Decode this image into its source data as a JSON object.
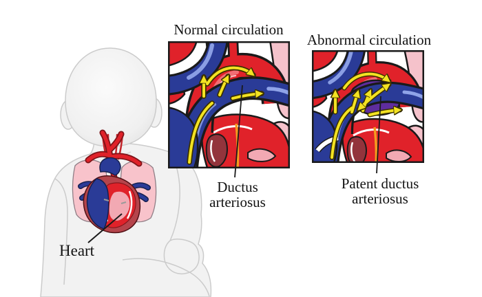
{
  "panels": {
    "normal": {
      "title": "Normal circulation",
      "callout": "Ductus arteriosus"
    },
    "abnormal": {
      "title": "Abnormal circulation",
      "callout": "Patent ductus arteriosus"
    }
  },
  "baby": {
    "label": "Heart"
  },
  "colors": {
    "red": "#e0222a",
    "red-dark": "#7e1419",
    "red-highlight": "#f4777c",
    "blue": "#2a3b97",
    "blue-dark": "#15204f",
    "blue-highlight": "#8fa3e8",
    "yellow": "#f3e222",
    "yellow-outline": "#3a3000",
    "pink": "#f5c2cb",
    "pink-inner": "#f2a9b3",
    "purple": "#5e2d9e",
    "maroon": "#93343c",
    "orange": "#f59a1e",
    "ductus-dark": "#514050",
    "ductus-light": "#82687e",
    "outline": "#1a1a1a",
    "body": "#f2f2f2",
    "body-line": "#cbcbcb",
    "lung": "#f8c3cb",
    "lung-line": "#8f7e86",
    "text": "#131313"
  }
}
